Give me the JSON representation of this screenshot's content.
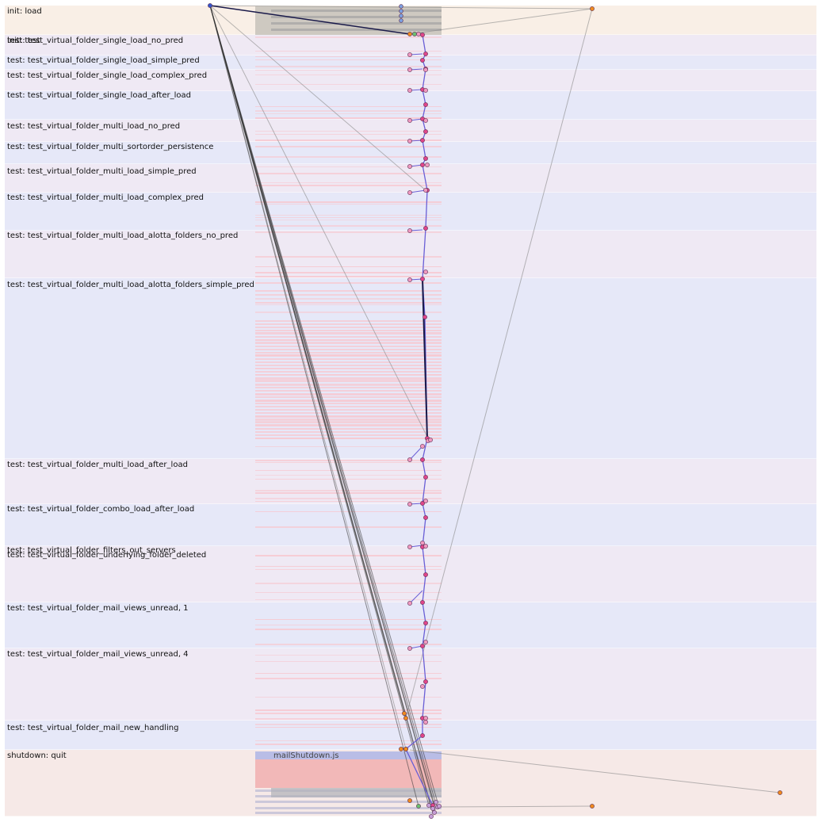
{
  "phases": [
    {
      "label": "init: load",
      "kind": "init"
    },
    {
      "label": "init: test",
      "kind": "test"
    },
    {
      "label": "test: test_virtual_folder_single_load_no_pred",
      "kind": "test"
    },
    {
      "label": "test: test_virtual_folder_single_load_simple_pred",
      "kind": "test"
    },
    {
      "label": "test: test_virtual_folder_single_load_complex_pred",
      "kind": "test"
    },
    {
      "label": "test: test_virtual_folder_single_load_after_load",
      "kind": "test"
    },
    {
      "label": "test: test_virtual_folder_multi_load_no_pred",
      "kind": "test"
    },
    {
      "label": "test: test_virtual_folder_multi_sortorder_persistence",
      "kind": "test"
    },
    {
      "label": "test: test_virtual_folder_multi_load_simple_pred",
      "kind": "test"
    },
    {
      "label": "test: test_virtual_folder_multi_load_complex_pred",
      "kind": "test"
    },
    {
      "label": "test: test_virtual_folder_multi_load_alotta_folders_no_pred",
      "kind": "test"
    },
    {
      "label": "test: test_virtual_folder_multi_load_alotta_folders_simple_pred",
      "kind": "test"
    },
    {
      "label": "test: test_virtual_folder_multi_load_after_load",
      "kind": "test"
    },
    {
      "label": "test: test_virtual_folder_combo_load_after_load",
      "kind": "test"
    },
    {
      "label": "test: test_virtual_folder_filters_out_servers",
      "kind": "test"
    },
    {
      "label": "test: test_virtual_folder_underlying_folder_deleted",
      "kind": "test"
    },
    {
      "label": "test: test_virtual_folder_mail_views_unread, 1",
      "kind": "test"
    },
    {
      "label": "test: test_virtual_folder_mail_views_unread, 4",
      "kind": "test"
    },
    {
      "label": "test: test_virtual_folder_mail_new_handling",
      "kind": "test"
    },
    {
      "label": "shutdown: quit",
      "kind": "shutdown"
    }
  ],
  "file_label": "mailShutdown.js",
  "colors": {
    "init_band": "#f9efe6",
    "shutdown_band": "#f6e9e7",
    "test_band_a": "#efe9f4",
    "test_band_b": "#e6e8f8",
    "stripe": "#f7c8d0",
    "edge_primary": "#6a5fd6",
    "edge_dark": "#1a1a4a",
    "edge_gray": "#8a8a8a",
    "node_pink": "#e0468a",
    "node_light": "#f09ac0",
    "node_orange": "#f08a1e",
    "node_blue": "#7da0e0",
    "node_green": "#6cc070"
  }
}
